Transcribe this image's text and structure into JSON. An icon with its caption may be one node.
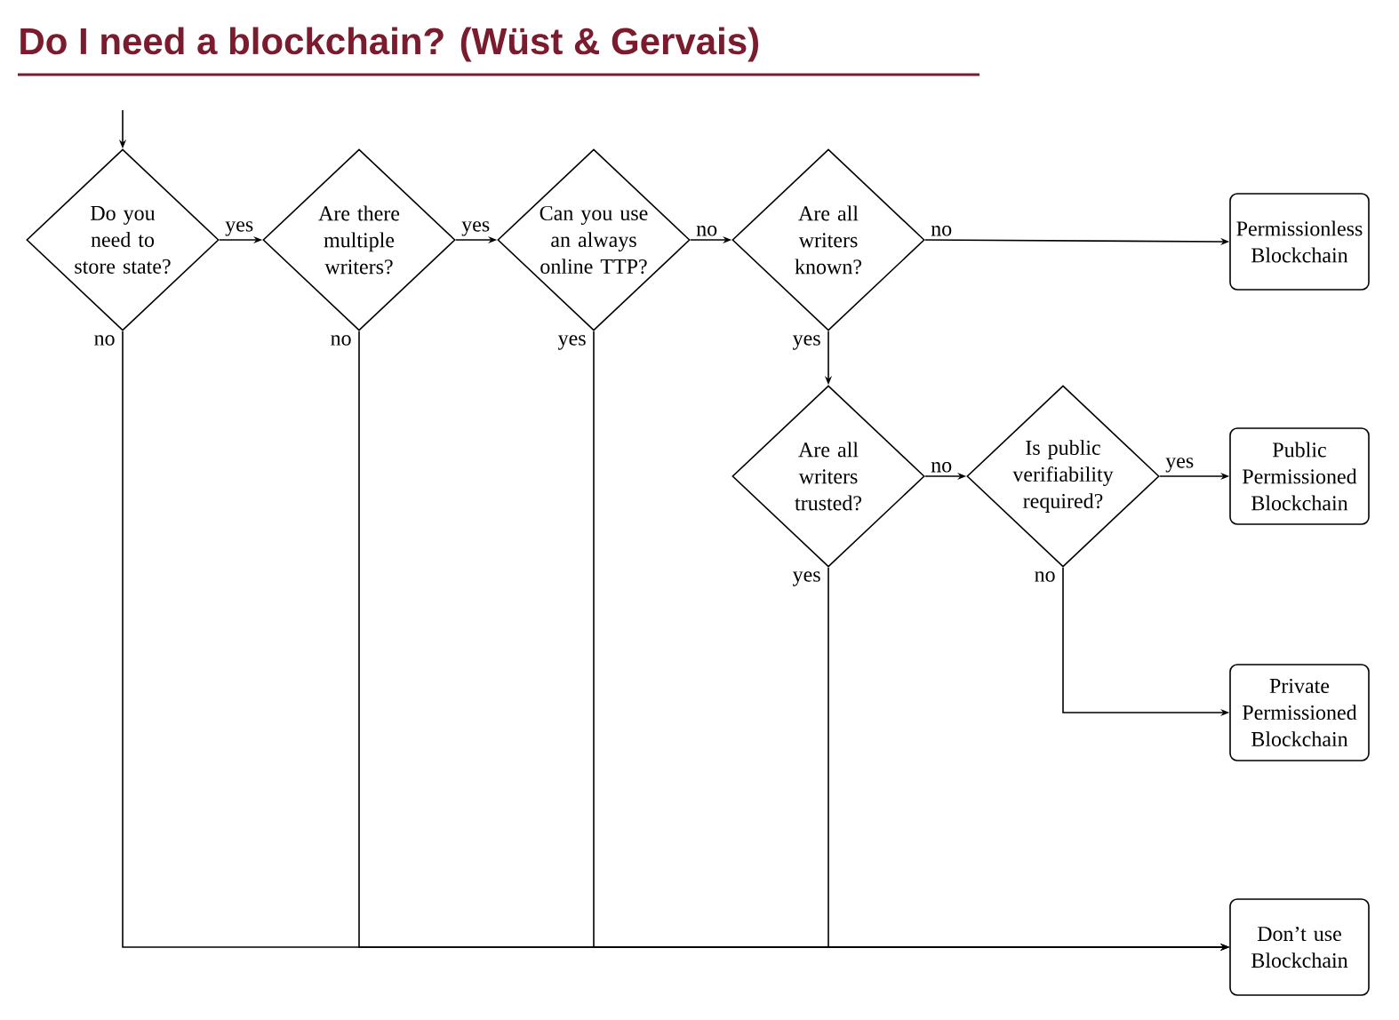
{
  "diagram": {
    "title": "Do I need a blockchain? (Wüst & Gervais)",
    "nodes": [
      {
        "text": [
          "Do you need to store state?"
        ]
      },
      {
        "text": [
          "Are there multiple writers?"
        ]
      },
      {
        "text": [
          "Can you use an always online TTP?"
        ]
      },
      {
        "text": [
          "Are all writers known?"
        ]
      },
      {
        "text": [
          "Are all writers trusted?"
        ]
      },
      {
        "text": [
          "Is public verifiability required?"
        ]
      },
      {
        "text": [
          "Permissionless Blockchain"
        ]
      },
      {
        "text": [
          "Public Permissioned Blockchain"
        ]
      },
      {
        "text": [
          "Private Permissioned Blockchain"
        ]
      },
      {
        "text": [
          "Don’t use Blockchain"
        ]
      }
    ],
    "edges": [
      {
        "from": null,
        "to": 0,
        "arrow": "to"
      },
      {
        "from": 0,
        "to": 1,
        "arrow": "to",
        "label": "yes"
      },
      {
        "from": 1,
        "to": 2,
        "arrow": "to",
        "label": "yes"
      },
      {
        "from": 2,
        "to": 3,
        "arrow": "to",
        "label": "no"
      },
      {
        "from": 3,
        "to": 6,
        "arrow": "to",
        "label": "no"
      },
      {
        "from": 3,
        "to": 4,
        "arrow": "to",
        "label": "yes"
      },
      {
        "from": 4,
        "to": 5,
        "arrow": "to",
        "label": "no"
      },
      {
        "from": 5,
        "to": 7,
        "arrow": "to",
        "label": "yes"
      },
      {
        "from": 5,
        "to": 8,
        "arrow": "to",
        "label": "no"
      },
      {
        "from": 0,
        "to": 9,
        "arrow": "to",
        "label": "no"
      },
      {
        "from": 1,
        "to": 9,
        "arrow": "to",
        "label": "no"
      },
      {
        "from": 2,
        "to": 9,
        "arrow": "to",
        "label": "yes"
      },
      {
        "from": 4,
        "to": 9,
        "arrow": "to",
        "label": "yes"
      }
    ]
  }
}
